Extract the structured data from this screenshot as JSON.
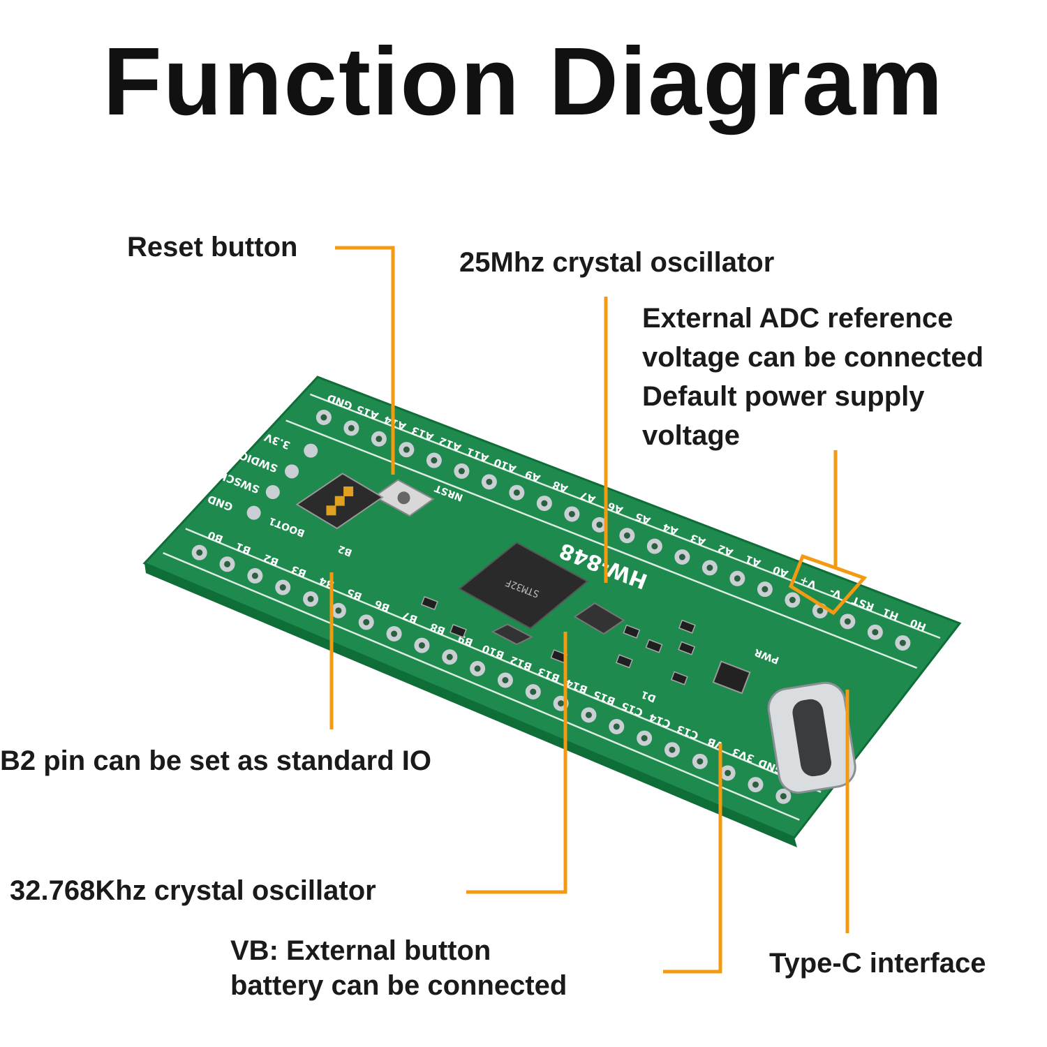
{
  "title": "Function Diagram",
  "colors": {
    "leader": "#f39a12",
    "pcb": "#1e8a4e",
    "pcb_edge": "#0f6e38",
    "silk": "#ffffff",
    "pad": "#c9cfd3",
    "chip": "#2a2a2a",
    "usb": "#d9dde0"
  },
  "board": {
    "model_text": "HW-848",
    "chip_text": "STM32F",
    "top_pins": [
      "GND",
      "A15",
      "A14",
      "A13",
      "A12",
      "A11",
      "A10",
      "A9",
      "A8",
      "A7",
      "A6",
      "A5",
      "A4",
      "A3",
      "A2",
      "A1",
      "A0",
      "V+",
      "V-",
      "RST",
      "H1",
      "H0"
    ],
    "bottom_pins": [
      "B0",
      "B1",
      "B2",
      "B3",
      "B4",
      "B5",
      "B6",
      "B7",
      "B8",
      "B9",
      "B10",
      "B12",
      "B13",
      "B14",
      "B15",
      "C15",
      "C14",
      "C13",
      "VB",
      "3V3",
      "GND",
      "5V"
    ],
    "debug_pins": [
      "3.3V",
      "SWDIO",
      "SWSCK",
      "GND"
    ],
    "other_labels": {
      "nrst": "NRST",
      "boot": "BOOT1",
      "b2": "B2",
      "pwr": "PWR",
      "d1": "D1"
    }
  },
  "callouts": {
    "reset": "Reset button",
    "crystal_25m": "25Mhz crystal oscillator",
    "adc_ref": [
      "External ADC reference",
      "voltage can be connected",
      "Default power supply",
      "voltage"
    ],
    "b2_pin": "B2 pin can be set as standard IO",
    "crystal_32k": "32.768Khz crystal oscillator",
    "vb_battery": [
      "VB: External button",
      "battery can be connected"
    ],
    "type_c": "Type-C interface"
  }
}
